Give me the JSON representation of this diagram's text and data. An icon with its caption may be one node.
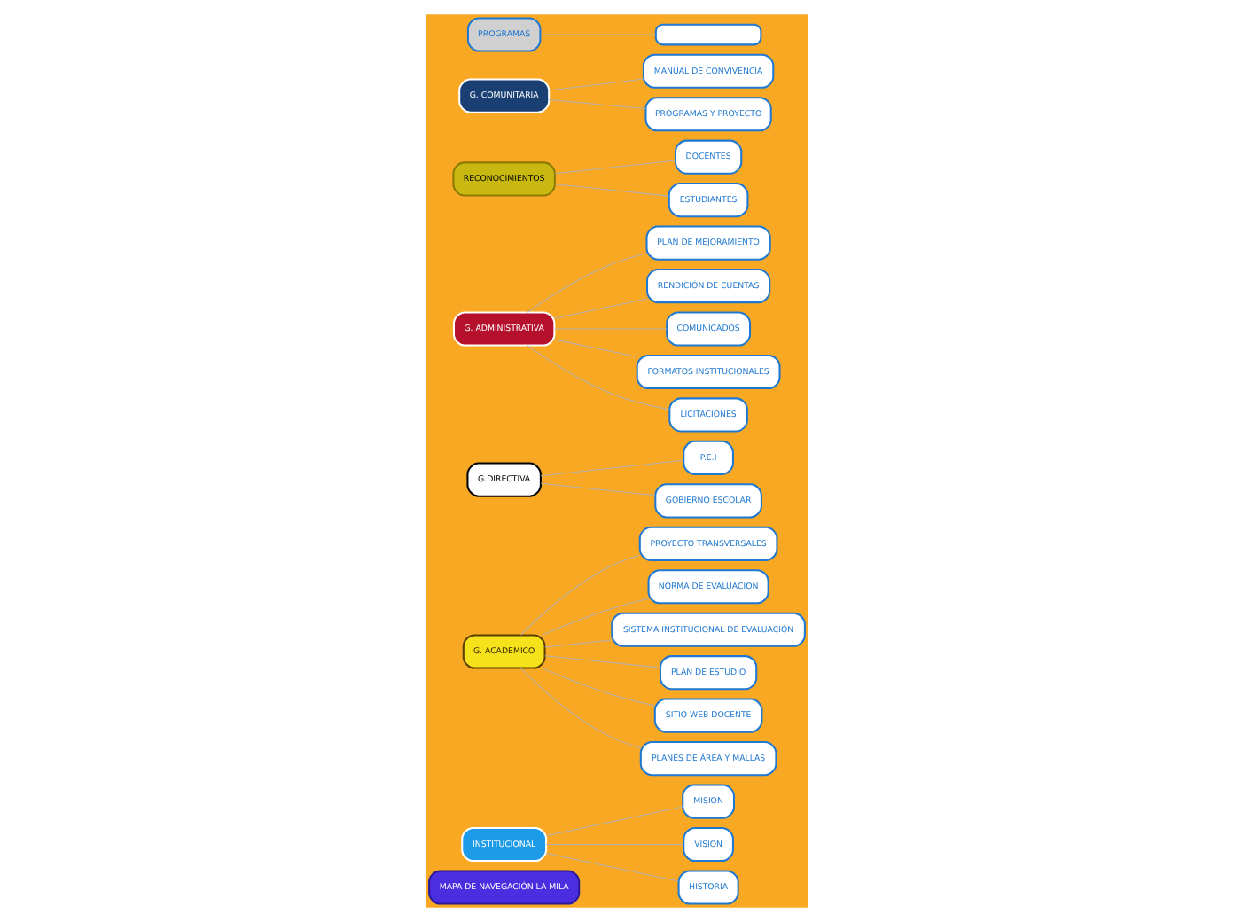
{
  "diagram": {
    "nodes": [
      {
        "text": [
          "MAPA DE NAVEGACIÓN LA MILA"
        ]
      },
      {
        "text": [
          "INSTITUCIONAL"
        ]
      },
      {
        "text": [
          "MISION"
        ]
      },
      {
        "text": [
          "VISION"
        ]
      },
      {
        "text": [
          "HISTORIA"
        ]
      },
      {
        "text": [
          "G. ACADEMICO"
        ]
      },
      {
        "text": [
          "G.DIRECTIVA"
        ]
      },
      {
        "text": [
          "P.E.I"
        ]
      },
      {
        "text": [
          "GOBIERNO ESCOLAR"
        ]
      },
      {
        "text": [
          "PROYECTO TRANSVERSALES"
        ]
      },
      {
        "text": [
          "NORMA DE EVALUACION"
        ]
      },
      {
        "text": [
          "SISTEMA INSTITUCIONAL DE EVALUACIÓN"
        ]
      },
      {
        "text": [
          "PLAN DE ESTUDIO"
        ]
      },
      {
        "text": [
          "SITIO WEB DOCENTE"
        ]
      },
      {
        "text": [
          "PLANES DE ÁREA Y MALLAS"
        ]
      },
      {
        "text": [
          "G. ADMINISTRATIVA"
        ]
      },
      {
        "text": [
          "PLAN DE MEJORAMIENTO"
        ]
      },
      {
        "text": [
          "RENDICIÓN DE CUENTAS"
        ]
      },
      {
        "text": [
          "COMUNICADOS"
        ]
      },
      {
        "text": [
          "FORMATOS INSTITUCIONALES"
        ]
      },
      {
        "text": [
          "LICITACIONES"
        ]
      },
      {
        "text": [
          "RECONOCIMIENTOS"
        ]
      },
      {
        "text": [
          "DOCENTES"
        ]
      },
      {
        "text": [
          "ESTUDIANTES"
        ]
      },
      {
        "text": [
          "G. COMUNITARIA"
        ]
      },
      {
        "text": [
          "MANUAL DE CONVIVENCIA"
        ]
      },
      {
        "text": [
          "PROGRAMAS Y PROYECTO"
        ]
      },
      {
        "text": [
          "PROGRAMAS"
        ]
      },
      {
        "text": [],
        "shape": "box"
      }
    ],
    "edges": [
      {
        "from": 1,
        "to": 2,
        "arrow": "none"
      },
      {
        "from": 1,
        "to": 3,
        "arrow": "none"
      },
      {
        "from": 1,
        "to": 4,
        "arrow": "none"
      },
      {
        "from": 6,
        "to": 7,
        "arrow": "none"
      },
      {
        "from": 6,
        "to": 8,
        "arrow": "none"
      },
      {
        "from": 5,
        "to": 9,
        "arrow": "none"
      },
      {
        "from": 5,
        "to": 10,
        "arrow": "none"
      },
      {
        "from": 5,
        "to": 11,
        "arrow": "none"
      },
      {
        "from": 5,
        "to": 12,
        "arrow": "none"
      },
      {
        "from": 5,
        "to": 13,
        "arrow": "none"
      },
      {
        "from": 5,
        "to": 14,
        "arrow": "none"
      },
      {
        "from": 15,
        "to": 16,
        "arrow": "none"
      },
      {
        "from": 15,
        "to": 17,
        "arrow": "none"
      },
      {
        "from": 15,
        "to": 18,
        "arrow": "none"
      },
      {
        "from": 15,
        "to": 19,
        "arrow": "none"
      },
      {
        "from": 15,
        "to": 20,
        "arrow": "none"
      },
      {
        "from": 21,
        "to": 22,
        "arrow": "none"
      },
      {
        "from": 21,
        "to": 23,
        "arrow": "none"
      },
      {
        "from": 24,
        "to": 25,
        "arrow": "none"
      },
      {
        "from": 24,
        "to": 26,
        "arrow": "none"
      },
      {
        "from": 27,
        "to": 28,
        "arrow": "none"
      }
    ]
  }
}
